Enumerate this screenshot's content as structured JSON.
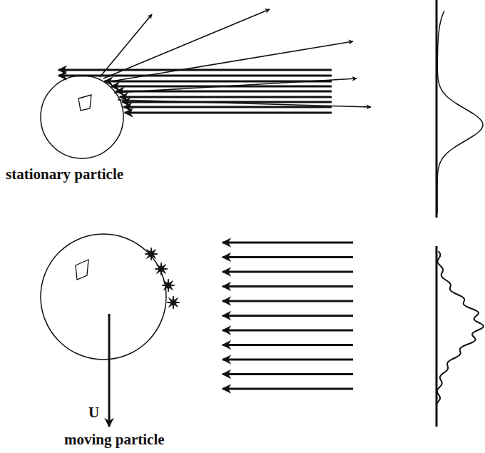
{
  "diagram": {
    "labels": [
      "stationary particle",
      "U",
      "moving particle"
    ]
  }
}
